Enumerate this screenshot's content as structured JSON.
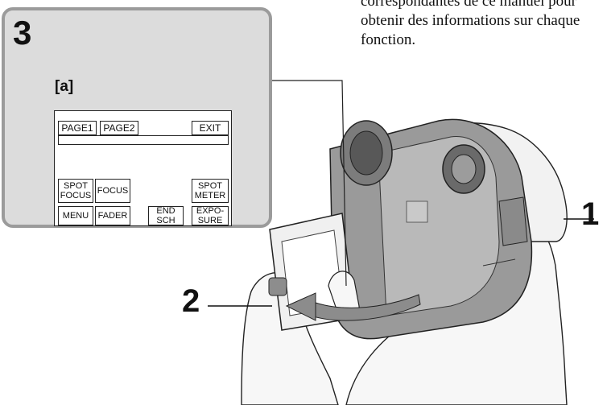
{
  "intro_lines": [
    "correspondantes de ce manuel pour",
    "obtenir des informations sur chaque",
    "fonction."
  ],
  "step_panel": {
    "step_number": "3",
    "sublabel": "[a]"
  },
  "lcd_screen": {
    "tabs": {
      "page1": "PAGE1",
      "page2": "PAGE2",
      "exit": "EXIT"
    },
    "buttons": {
      "spot_focus": "SPOT FOCUS",
      "focus": "FOCUS",
      "spot_meter": "SPOT METER",
      "menu": "MENU",
      "fader": "FADER",
      "end_search": "END SCH",
      "exposure": "EXPO- SURE"
    }
  },
  "callouts": {
    "one": "1",
    "two": "2"
  }
}
